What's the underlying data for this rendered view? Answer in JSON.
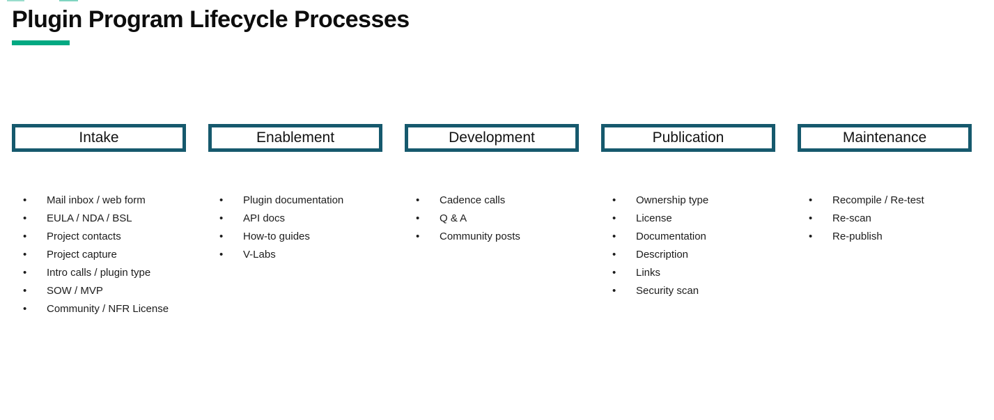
{
  "page": {
    "title": "Plugin Program Lifecycle Processes",
    "accent_color": "#01a982",
    "stage_border_color": "#16596d"
  },
  "bullets": {
    "glyph": "•"
  },
  "columns": [
    {
      "label": "Intake",
      "items": [
        "Mail inbox / web form",
        "EULA / NDA / BSL",
        "Project contacts",
        "Project capture",
        "Intro calls / plugin type",
        "SOW / MVP",
        "Community / NFR License"
      ]
    },
    {
      "label": "Enablement",
      "items": [
        "Plugin documentation",
        "API docs",
        "How-to guides",
        "V-Labs"
      ]
    },
    {
      "label": "Development",
      "items": [
        "Cadence calls",
        "Q & A",
        "Community posts"
      ]
    },
    {
      "label": "Publication",
      "items": [
        "Ownership type",
        "License",
        "Documentation",
        "Description",
        "Links",
        "Security scan"
      ]
    },
    {
      "label": "Maintenance",
      "items": [
        "Recompile / Re-test",
        "Re-scan",
        "Re-publish"
      ]
    }
  ]
}
